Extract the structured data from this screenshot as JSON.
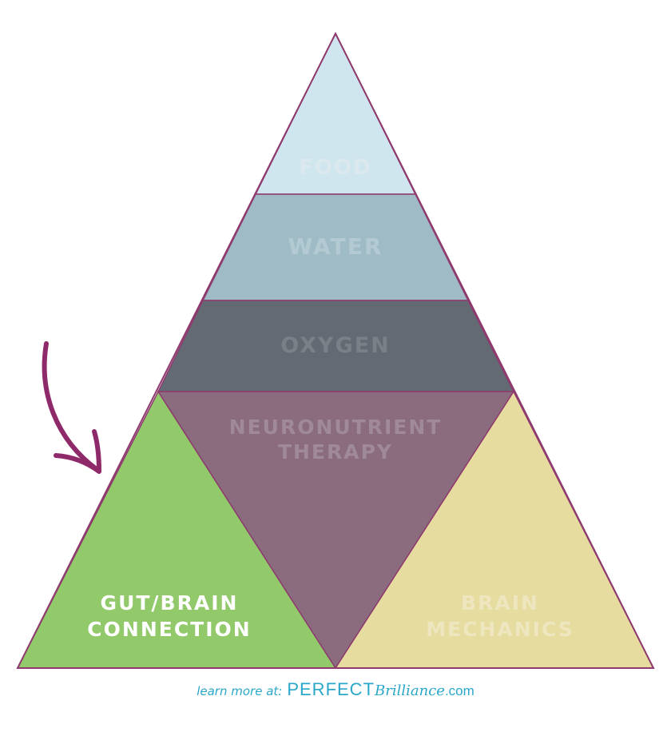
{
  "levels": {
    "food": {
      "label": "FOOD",
      "color": "#cfe6ee",
      "text_color": "#dbe9ee"
    },
    "water": {
      "label": "WATER",
      "color": "#9fbcc6",
      "text_color": "#b4cad2"
    },
    "oxygen": {
      "label": "OXYGEN",
      "color": "#636a73",
      "text_color": "#7a8088"
    },
    "neuronutrient": {
      "label_line1": "NEURONUTRIENT",
      "label_line2": "THERAPY",
      "color": "#8a6c7e",
      "text_color": "#a08a97"
    },
    "gut_brain": {
      "label_line1": "GUT/BRAIN",
      "label_line2": "CONNECTION",
      "color": "#92c96b",
      "text_color": "#ffffff"
    },
    "brain_mechanics": {
      "label_line1": "BRAIN",
      "label_line2": "MECHANICS",
      "color": "#e6dc9f",
      "text_color": "#ede6bf"
    }
  },
  "outline_color": "#8e3a6e",
  "arrow_color": "#8e2a6a",
  "footer": {
    "prefix": "learn more at:",
    "brand": "PERFECT",
    "brand_script": "Brilliance",
    "tld": ".com",
    "color": "#2aa7c9"
  }
}
